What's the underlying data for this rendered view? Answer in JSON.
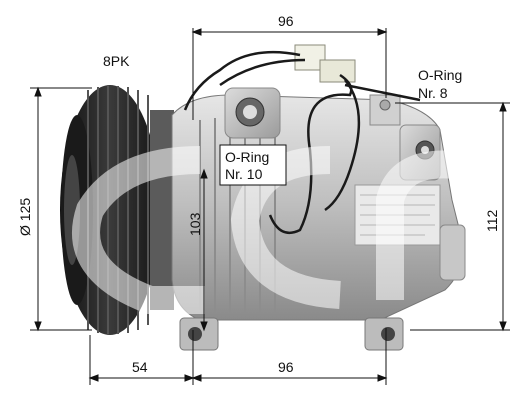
{
  "labels": {
    "belt": "8PK",
    "oring_top_line1": "O-Ring",
    "oring_top_line2": "Nr. 8",
    "oring_mid_line1": "O-Ring",
    "oring_mid_line2": "Nr. 10"
  },
  "dimensions": {
    "top_width": "96",
    "bottom_width": "96",
    "pulley_offset": "54",
    "pulley_diameter": "Ø 125",
    "height_left": "103",
    "height_right": "112"
  },
  "watermark": "acr",
  "colors": {
    "line": "#111111",
    "metal_light": "#d6d6d6",
    "metal_mid": "#a9a9a9",
    "metal_dark": "#6e6e6e",
    "pulley": "#2b2b2b"
  }
}
